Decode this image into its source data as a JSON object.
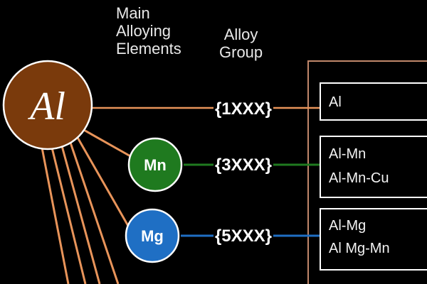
{
  "headers": {
    "main_elements": [
      "Main",
      "Alloying",
      "Elements"
    ],
    "alloy_group": [
      "Alloy",
      "Group"
    ]
  },
  "root": {
    "label": "Al",
    "color": "#7a3a0c"
  },
  "colors": {
    "al_line": "#e8945a",
    "mn": "#1f7a1f",
    "mg": "#1f6fc4",
    "outer_box": "#c0876a",
    "node_border": "#ffffff"
  },
  "rows": [
    {
      "element": "",
      "group": "{1XXX}",
      "alloys": [
        "Al"
      ],
      "color_key": "al_line"
    },
    {
      "element": "Mn",
      "group": "{3XXX}",
      "alloys": [
        "Al-Mn",
        "Al-Mn-Cu"
      ],
      "color_key": "mn"
    },
    {
      "element": "Mg",
      "group": "{5XXX}",
      "alloys": [
        "Al-Mg",
        "Al Mg-Mn"
      ],
      "color_key": "mg"
    }
  ]
}
